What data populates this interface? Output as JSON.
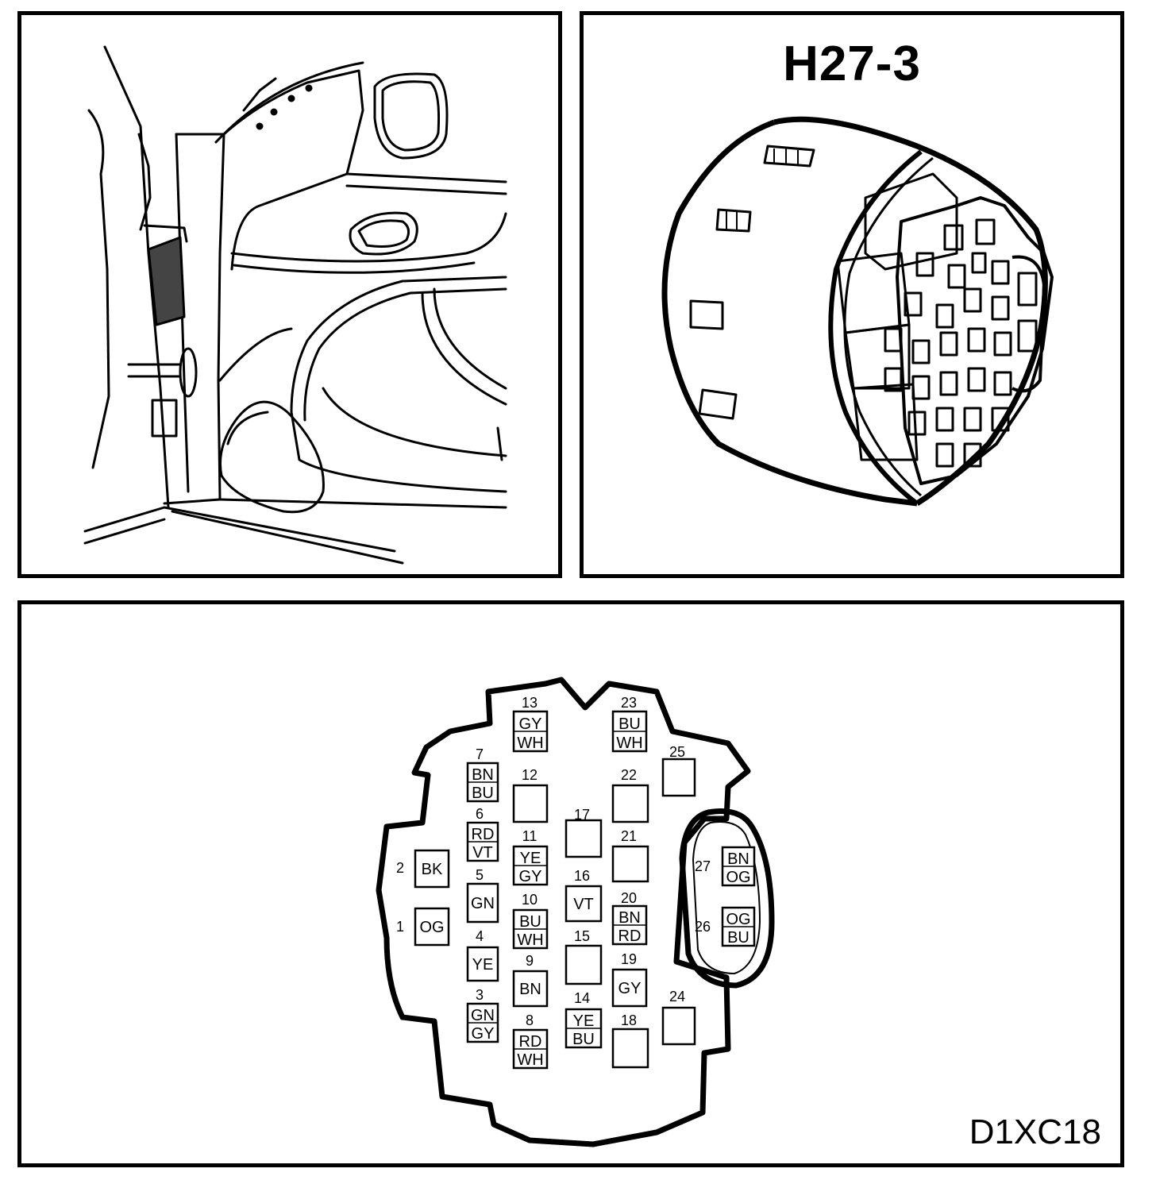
{
  "connector": {
    "title": "H27-3",
    "figure_code": "D1XC18"
  },
  "pins": [
    {
      "num": "1",
      "colors": [
        "OG"
      ]
    },
    {
      "num": "2",
      "colors": [
        "BK"
      ]
    },
    {
      "num": "3",
      "colors": [
        "GN",
        "GY"
      ]
    },
    {
      "num": "4",
      "colors": [
        "YE"
      ]
    },
    {
      "num": "5",
      "colors": [
        "GN"
      ]
    },
    {
      "num": "6",
      "colors": [
        "RD",
        "VT"
      ]
    },
    {
      "num": "7",
      "colors": [
        "BN",
        "BU"
      ]
    },
    {
      "num": "8",
      "colors": [
        "RD",
        "WH"
      ]
    },
    {
      "num": "9",
      "colors": [
        "BN"
      ]
    },
    {
      "num": "10",
      "colors": [
        "BU",
        "WH"
      ]
    },
    {
      "num": "11",
      "colors": [
        "YE",
        "GY"
      ]
    },
    {
      "num": "12",
      "colors": []
    },
    {
      "num": "13",
      "colors": [
        "GY",
        "WH"
      ]
    },
    {
      "num": "14",
      "colors": [
        "YE",
        "BU"
      ]
    },
    {
      "num": "15",
      "colors": []
    },
    {
      "num": "16",
      "colors": [
        "VT"
      ]
    },
    {
      "num": "17",
      "colors": []
    },
    {
      "num": "18",
      "colors": []
    },
    {
      "num": "19",
      "colors": [
        "GY"
      ]
    },
    {
      "num": "20",
      "colors": [
        "BN",
        "RD"
      ]
    },
    {
      "num": "21",
      "colors": []
    },
    {
      "num": "22",
      "colors": []
    },
    {
      "num": "23",
      "colors": [
        "BU",
        "WH"
      ]
    },
    {
      "num": "24",
      "colors": []
    },
    {
      "num": "25",
      "colors": []
    },
    {
      "num": "26",
      "colors": [
        "OG",
        "BU"
      ]
    },
    {
      "num": "27",
      "colors": [
        "BN",
        "OG"
      ]
    }
  ]
}
